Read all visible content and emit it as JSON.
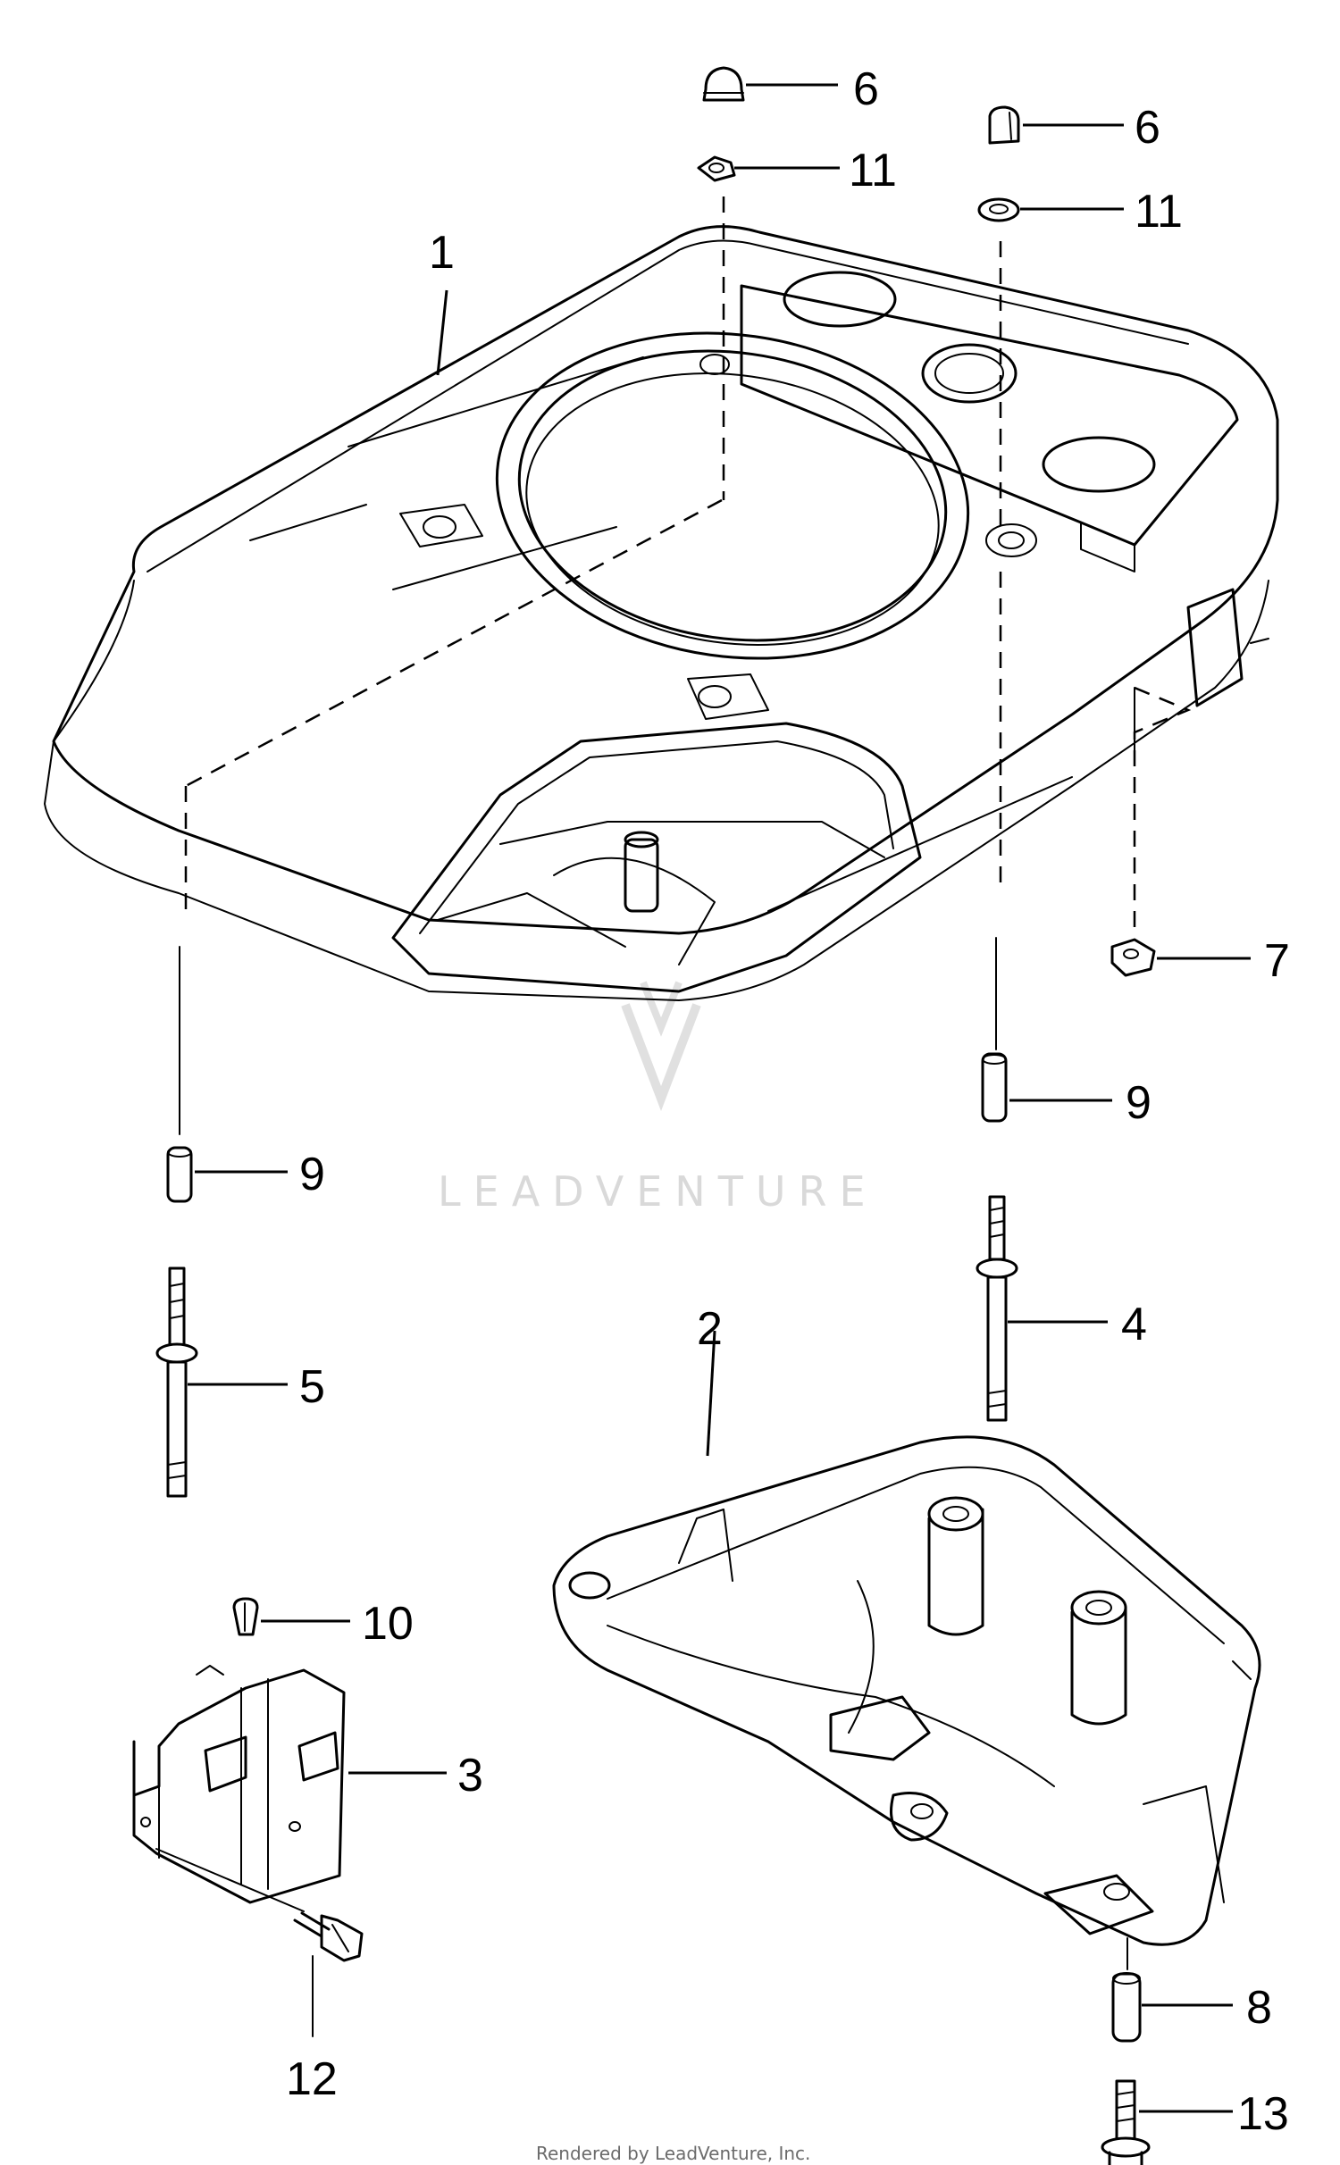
{
  "labels": {
    "p1": "1",
    "p2": "2",
    "p3": "3",
    "p4": "4",
    "p5": "5",
    "p6a": "6",
    "p6b": "6",
    "p7": "7",
    "p8": "8",
    "p9a": "9",
    "p9b": "9",
    "p10": "10",
    "p11a": "11",
    "p11b": "11",
    "p12": "12",
    "p13": "13"
  },
  "watermark": "LEADVENTURE",
  "footer": "Rendered by LeadVenture, Inc."
}
